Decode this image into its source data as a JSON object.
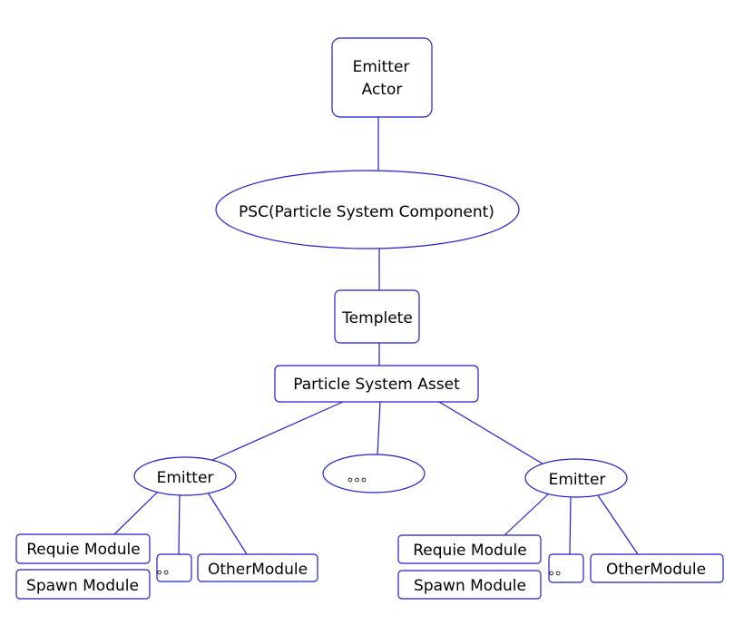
{
  "colors": {
    "stroke": "#1f1fd1",
    "text": "#000000",
    "background": "#ffffff"
  },
  "nodes": {
    "emitter_actor": {
      "line1": "Emitter",
      "line2": "Actor"
    },
    "psc": "PSC(Particle System Component)",
    "templete": "Templete",
    "particle_system_asset": "Particle System Asset",
    "emitter_left": "Emitter",
    "ellipsis_center": "。。。",
    "emitter_right": "Emitter",
    "left_modules": {
      "requie": "Requie Module",
      "spawn": "Spawn Module",
      "dots": "。。",
      "other": "OtherModule"
    },
    "right_modules": {
      "requie": "Requie Module",
      "spawn": "Spawn Module",
      "dots": "。。",
      "other": "OtherModule"
    }
  }
}
